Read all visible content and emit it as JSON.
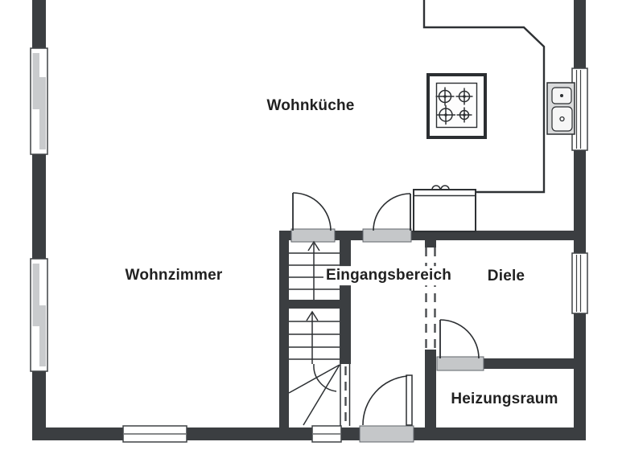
{
  "colors": {
    "wall": "#3b3e41",
    "line": "#2e3134",
    "sill": "#c5c7c9",
    "windowpane": "#c9cbcd",
    "text": "#212121",
    "bg": "#ffffff",
    "fixture-fill": "#d9dadb",
    "basin": "#f6f6f6"
  },
  "rooms": [
    {
      "name": "wohnkueche",
      "label": "Wohnküche"
    },
    {
      "name": "wohnzimmer",
      "label": "Wohnzimmer"
    },
    {
      "name": "eingangsbereich",
      "label": "Eingangsbereich"
    },
    {
      "name": "diele",
      "label": "Diele"
    },
    {
      "name": "heizungsraum",
      "label": "Heizungsraum"
    }
  ],
  "fixtures": {
    "stove": "stove-icon",
    "sink": "sink-icon",
    "counter": "kitchen-counter",
    "stairs": "staircase-with-winders",
    "doors": [
      "kitchen-stairs-door",
      "kitchen-entrance-door",
      "heating-room-door",
      "main-entrance-door"
    ],
    "windows": [
      "left-upper-window",
      "left-lower-window",
      "right-kitchen-window",
      "right-hall-window",
      "bottom-living-window",
      "bottom-stair-window"
    ],
    "openings": [
      "entrance-diele-passage",
      "under-stair-passage"
    ]
  }
}
